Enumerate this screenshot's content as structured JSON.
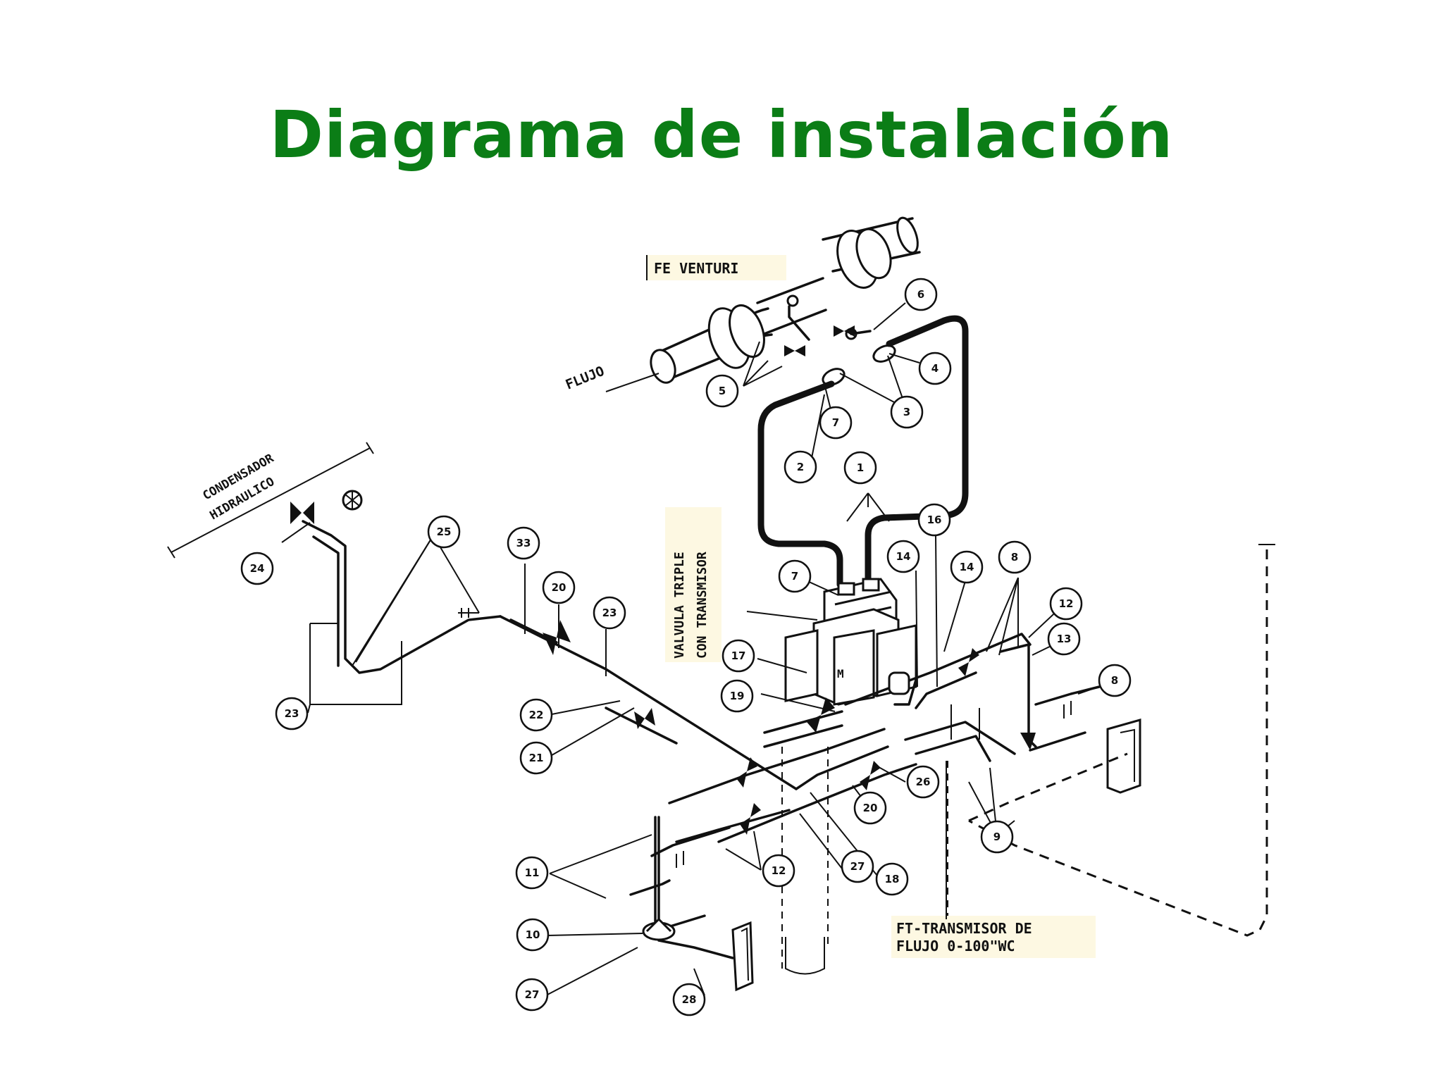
{
  "title": "Diagrama de instalación",
  "labels": {
    "fe_venturi": "FE VENTURI",
    "flujo": "FLUJO",
    "condensador_1": "CONDENSADOR",
    "condensador_2": "HIDRAULICO",
    "valvula_1": "VALVULA TRIPLE",
    "valvula_2": "CON TRANSMISOR",
    "ft_1": "FT-TRANSMISOR DE",
    "ft_2": "FLUJO 0-100\"WC"
  },
  "callouts": [
    {
      "id": "c6",
      "text": "6"
    },
    {
      "id": "c4",
      "text": "4"
    },
    {
      "id": "c5",
      "text": "5"
    },
    {
      "id": "c7a",
      "text": "7"
    },
    {
      "id": "c3",
      "text": "3"
    },
    {
      "id": "c2",
      "text": "2"
    },
    {
      "id": "c1",
      "text": "1"
    },
    {
      "id": "c16",
      "text": "16"
    },
    {
      "id": "c14a",
      "text": "14"
    },
    {
      "id": "c14b",
      "text": "14"
    },
    {
      "id": "c8",
      "text": "8"
    },
    {
      "id": "c12a",
      "text": "12"
    },
    {
      "id": "c13",
      "text": "13"
    },
    {
      "id": "c8b",
      "text": "8"
    },
    {
      "id": "c7b",
      "text": "7"
    },
    {
      "id": "c17",
      "text": "17"
    },
    {
      "id": "c19",
      "text": "19"
    },
    {
      "id": "c24",
      "text": "24"
    },
    {
      "id": "c25",
      "text": "25"
    },
    {
      "id": "c33",
      "text": "33"
    },
    {
      "id": "c20a",
      "text": "20"
    },
    {
      "id": "c23a",
      "text": "23"
    },
    {
      "id": "c23b",
      "text": "23"
    },
    {
      "id": "c22",
      "text": "22"
    },
    {
      "id": "c21",
      "text": "21"
    },
    {
      "id": "c26",
      "text": "26"
    },
    {
      "id": "c20b",
      "text": "20"
    },
    {
      "id": "c9",
      "text": "9"
    },
    {
      "id": "c11",
      "text": "11"
    },
    {
      "id": "c12b",
      "text": "12"
    },
    {
      "id": "c27a",
      "text": "27"
    },
    {
      "id": "c18",
      "text": "18"
    },
    {
      "id": "c10",
      "text": "10"
    },
    {
      "id": "c27b",
      "text": "27"
    },
    {
      "id": "c28",
      "text": "28"
    }
  ]
}
